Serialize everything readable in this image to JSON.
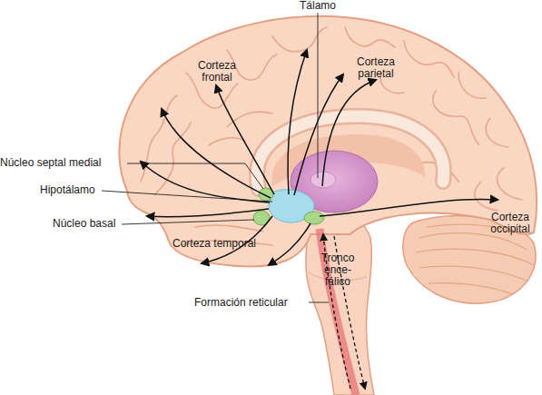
{
  "diagram": {
    "labels": [
      "Tálamo",
      "Corteza frontal",
      "Corteza parietal",
      "Núcleo septal medial",
      "Hipotálamo",
      "Núcleo basal",
      "Corteza occipital",
      "Corteza temporal",
      "Tronco ence- fálico",
      "Formación reticular"
    ]
  }
}
